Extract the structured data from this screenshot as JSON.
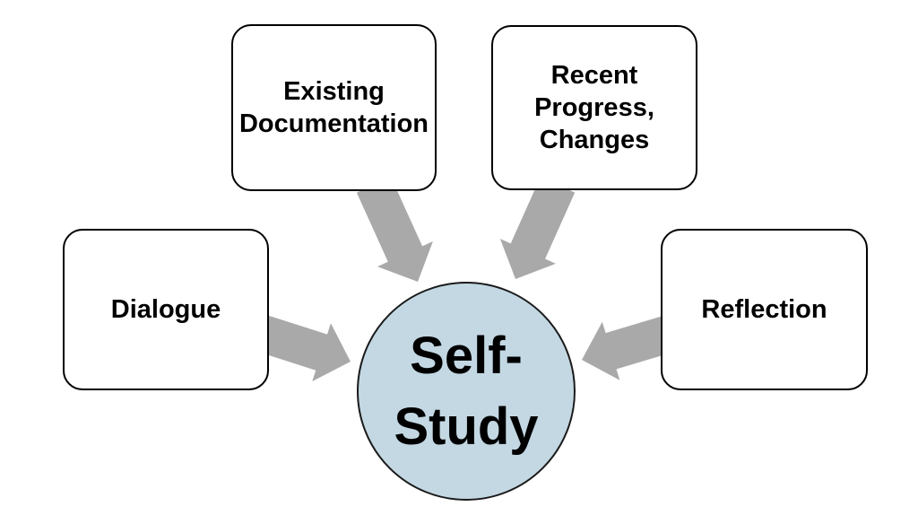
{
  "diagram": {
    "center": {
      "id": "self-study",
      "lines": [
        "Self-",
        "Study"
      ]
    },
    "sources": [
      {
        "id": "existing-documentation",
        "lines": [
          "Existing",
          "Documentation"
        ]
      },
      {
        "id": "recent-progress-changes",
        "lines": [
          "Recent",
          "Progress,",
          "Changes"
        ]
      },
      {
        "id": "dialogue",
        "lines": [
          "Dialogue"
        ]
      },
      {
        "id": "reflection",
        "lines": [
          "Reflection"
        ]
      }
    ],
    "relations": [
      {
        "from": "existing-documentation",
        "to": "self-study"
      },
      {
        "from": "recent-progress-changes",
        "to": "self-study"
      },
      {
        "from": "dialogue",
        "to": "self-study"
      },
      {
        "from": "reflection",
        "to": "self-study"
      }
    ]
  },
  "colors": {
    "background": "#ffffff",
    "box_fill": "#ffffff",
    "box_border": "#000000",
    "circle_fill": "#C3D8E3",
    "circle_border": "#1a1a1a",
    "arrow": "#A9A9A9",
    "text": "#000000"
  }
}
